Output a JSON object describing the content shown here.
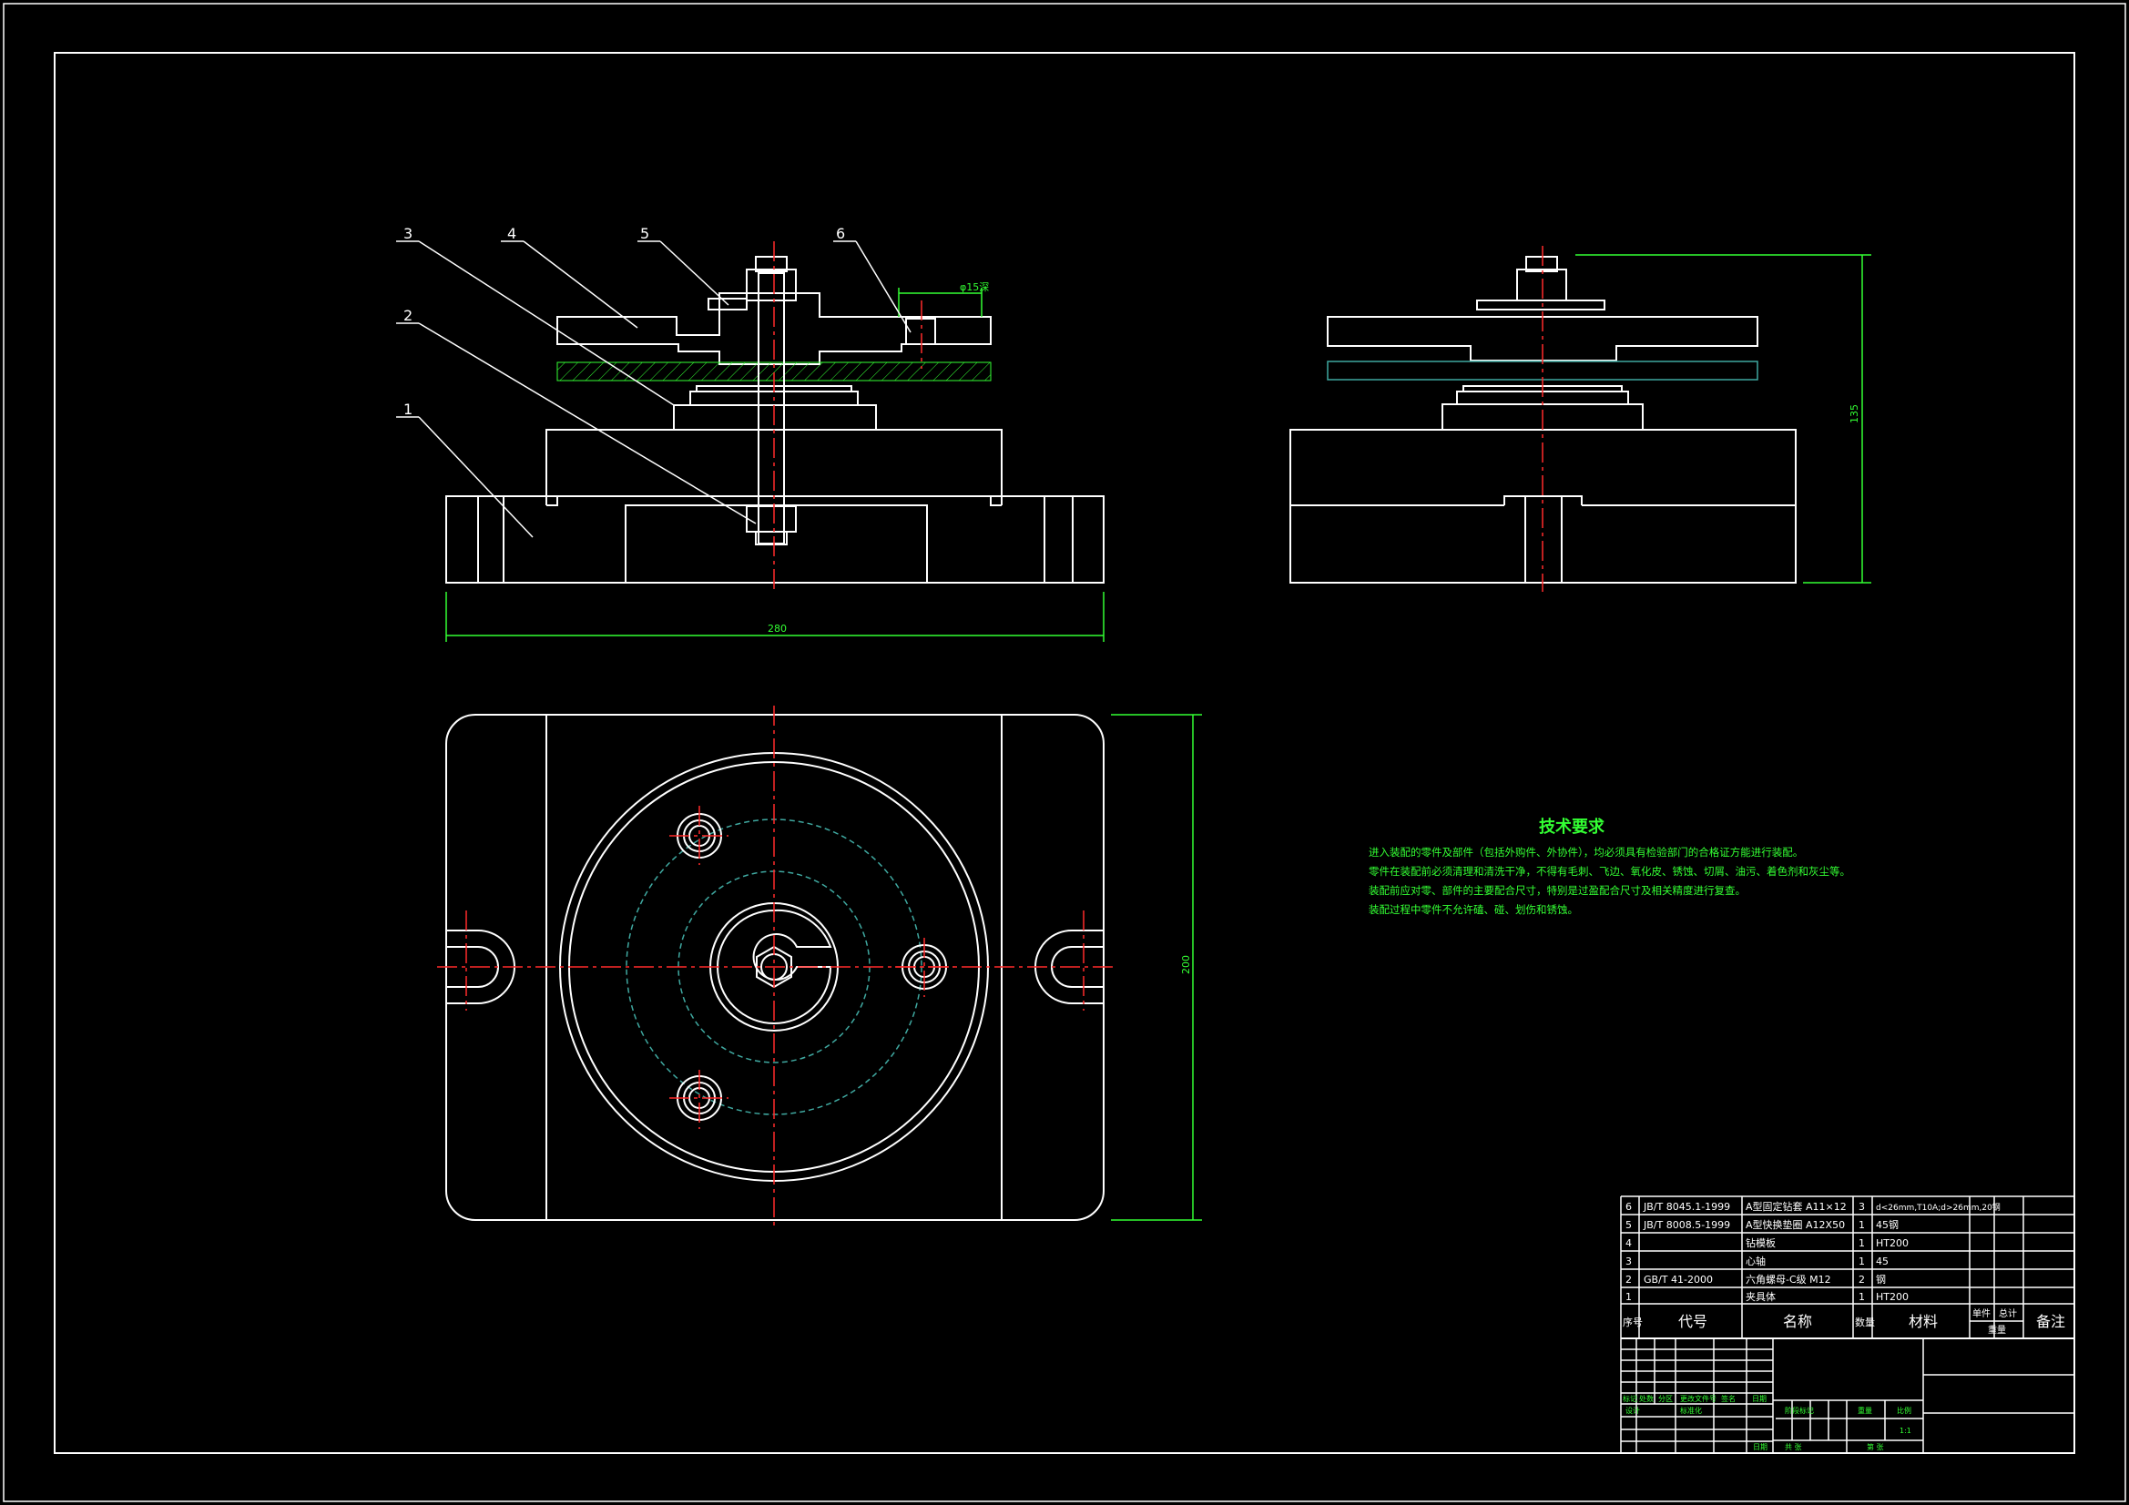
{
  "balloons": [
    "1",
    "2",
    "3",
    "4",
    "5",
    "6"
  ],
  "dimensions": {
    "front_width": "280",
    "plan_height": "200",
    "side_height": "135",
    "depth_label": "φ15深"
  },
  "tech_requirements": {
    "title": "技术要求",
    "lines": [
      "进入装配的零件及部件（包括外购件、外协件），均必须具有检验部门的合格证方能进行装配。",
      "零件在装配前必须清理和清洗干净，不得有毛刺、飞边、氧化皮、锈蚀、切屑、油污、着色剂和灰尘等。",
      "装配前应对零、部件的主要配合尺寸，特别是过盈配合尺寸及相关精度进行复查。",
      "装配过程中零件不允许磕、碰、划伤和锈蚀。"
    ]
  },
  "bom": {
    "rows": [
      {
        "no": "6",
        "code": "JB/T 8045.1-1999",
        "name": "A型固定钻套 A11×12",
        "qty": "3",
        "material": "d<26mm,T10A;d>26mm,20钢"
      },
      {
        "no": "5",
        "code": "JB/T 8008.5-1999",
        "name": "A型快换垫圈 A12X50",
        "qty": "1",
        "material": "45钢"
      },
      {
        "no": "4",
        "code": "",
        "name": "钻模板",
        "qty": "1",
        "material": "HT200"
      },
      {
        "no": "3",
        "code": "",
        "name": "心轴",
        "qty": "1",
        "material": "45"
      },
      {
        "no": "2",
        "code": "GB/T 41-2000",
        "name": "六角螺母-C级 M12",
        "qty": "2",
        "material": "钢"
      },
      {
        "no": "1",
        "code": "",
        "name": "夹具体",
        "qty": "1",
        "material": "HT200"
      }
    ],
    "headers": {
      "no": "序号",
      "code": "代号",
      "name": "名称",
      "qty": "数量",
      "material": "材料",
      "unit": "单件",
      "total": "总计",
      "weight": "重量",
      "remark": "备注"
    }
  },
  "title_block": {
    "mark": "标记",
    "count": "处数",
    "zone": "分区",
    "change_doc": "更改文件号",
    "sign": "签名",
    "date": "日期",
    "design": "设计",
    "std": "标准化",
    "stage_mark": "阶段标记",
    "weight": "重量",
    "scale": "比例",
    "scale_value": "1:1",
    "date2": "日期",
    "sheets": "共 张",
    "sheet_no": "第 张"
  }
}
